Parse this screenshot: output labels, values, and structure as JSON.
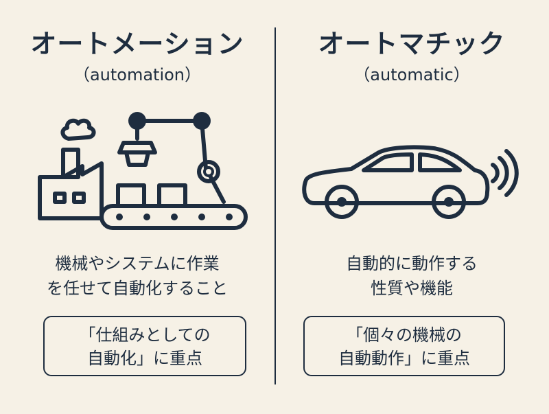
{
  "left": {
    "title": "オートメーション",
    "subtitle": "（automation）",
    "description_lines": [
      "機械やシステムに作業",
      "を任せて自動化すること"
    ],
    "emphasis_lines": [
      "「仕組みとしての",
      "自動化」に重点"
    ],
    "illustration_icon": "factory-robot-arm-conveyor-icon"
  },
  "right": {
    "title": "オートマチック",
    "subtitle": "（automatic）",
    "description_lines": [
      "自動的に動作する",
      "性質や機能"
    ],
    "emphasis_lines": [
      "「個々の機械の",
      "自動動作」に重点"
    ],
    "illustration_icon": "car-signal-icon"
  },
  "colors": {
    "background": "#f6f1e6",
    "ink": "#1e2d3f"
  }
}
